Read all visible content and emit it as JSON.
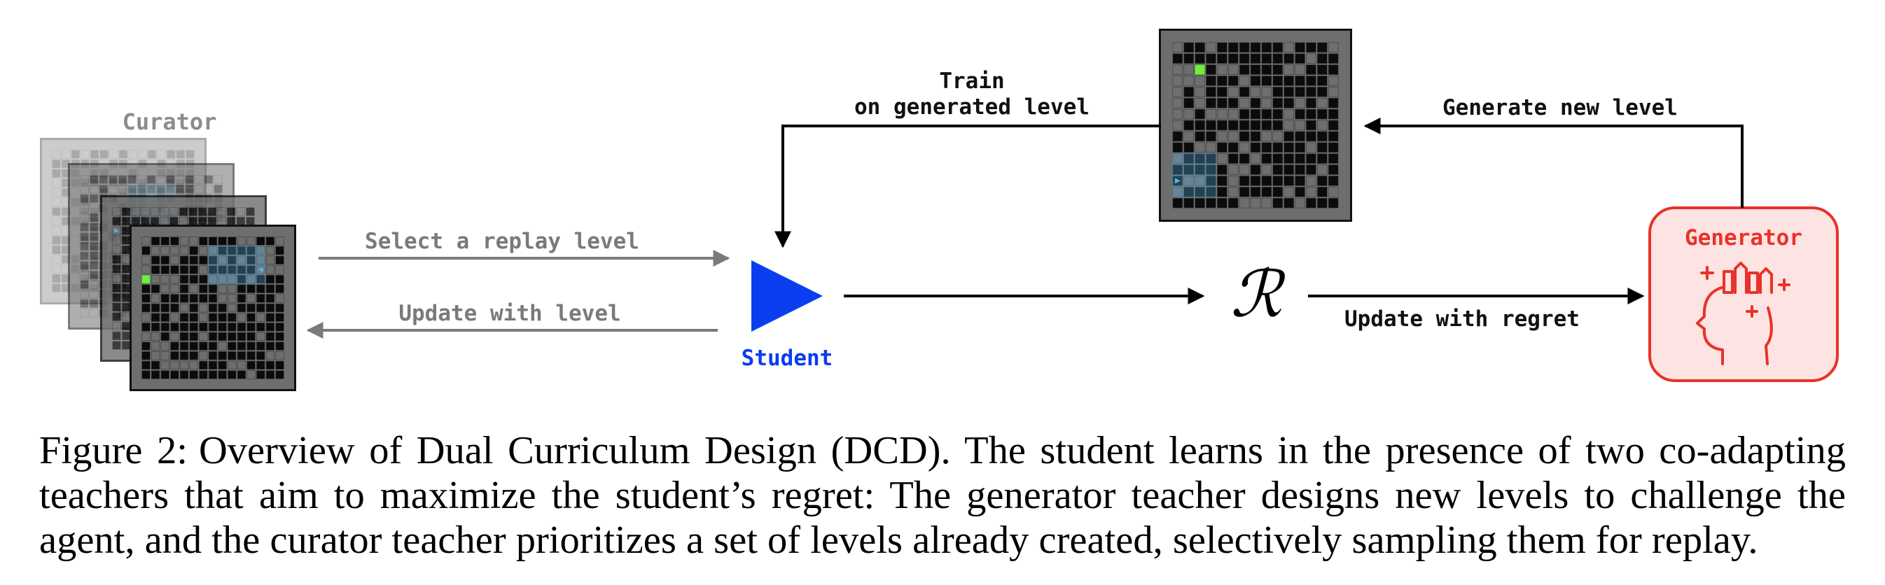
{
  "labels": {
    "curator": "Curator",
    "student": "Student",
    "generator": "Generator",
    "select_replay": "Select a replay level",
    "update_with_level": "Update with level",
    "train_line1": "Train",
    "train_line2": "on generated level",
    "generate_new_level": "Generate new level",
    "update_with_regret": "Update with regret",
    "regret_symbol": "ℛ"
  },
  "caption": {
    "label": "Figure 2:",
    "text": "Overview of Dual Curriculum Design (DCD). The student learns in the presence of two co-adapting teachers that aim to maximize the student’s regret: The generator teacher designs new levels to challenge the agent, and the curator teacher prioritizes a set of levels already created, selectively sampling them for replay."
  },
  "colors": {
    "student_blue": "#0a3cf0",
    "generator_red": "#e8322a",
    "generator_fill": "#fde3e1",
    "arrow_gray": "#7a7a7a",
    "maze_wall": "#6e6e6e",
    "maze_floor": "#0b0b0b",
    "goal_green": "#6cf03c",
    "agent_cyan": "#5ab4e6"
  },
  "icons": [
    "maze-level-icon",
    "student-triangle-icon",
    "generator-head-icon"
  ]
}
